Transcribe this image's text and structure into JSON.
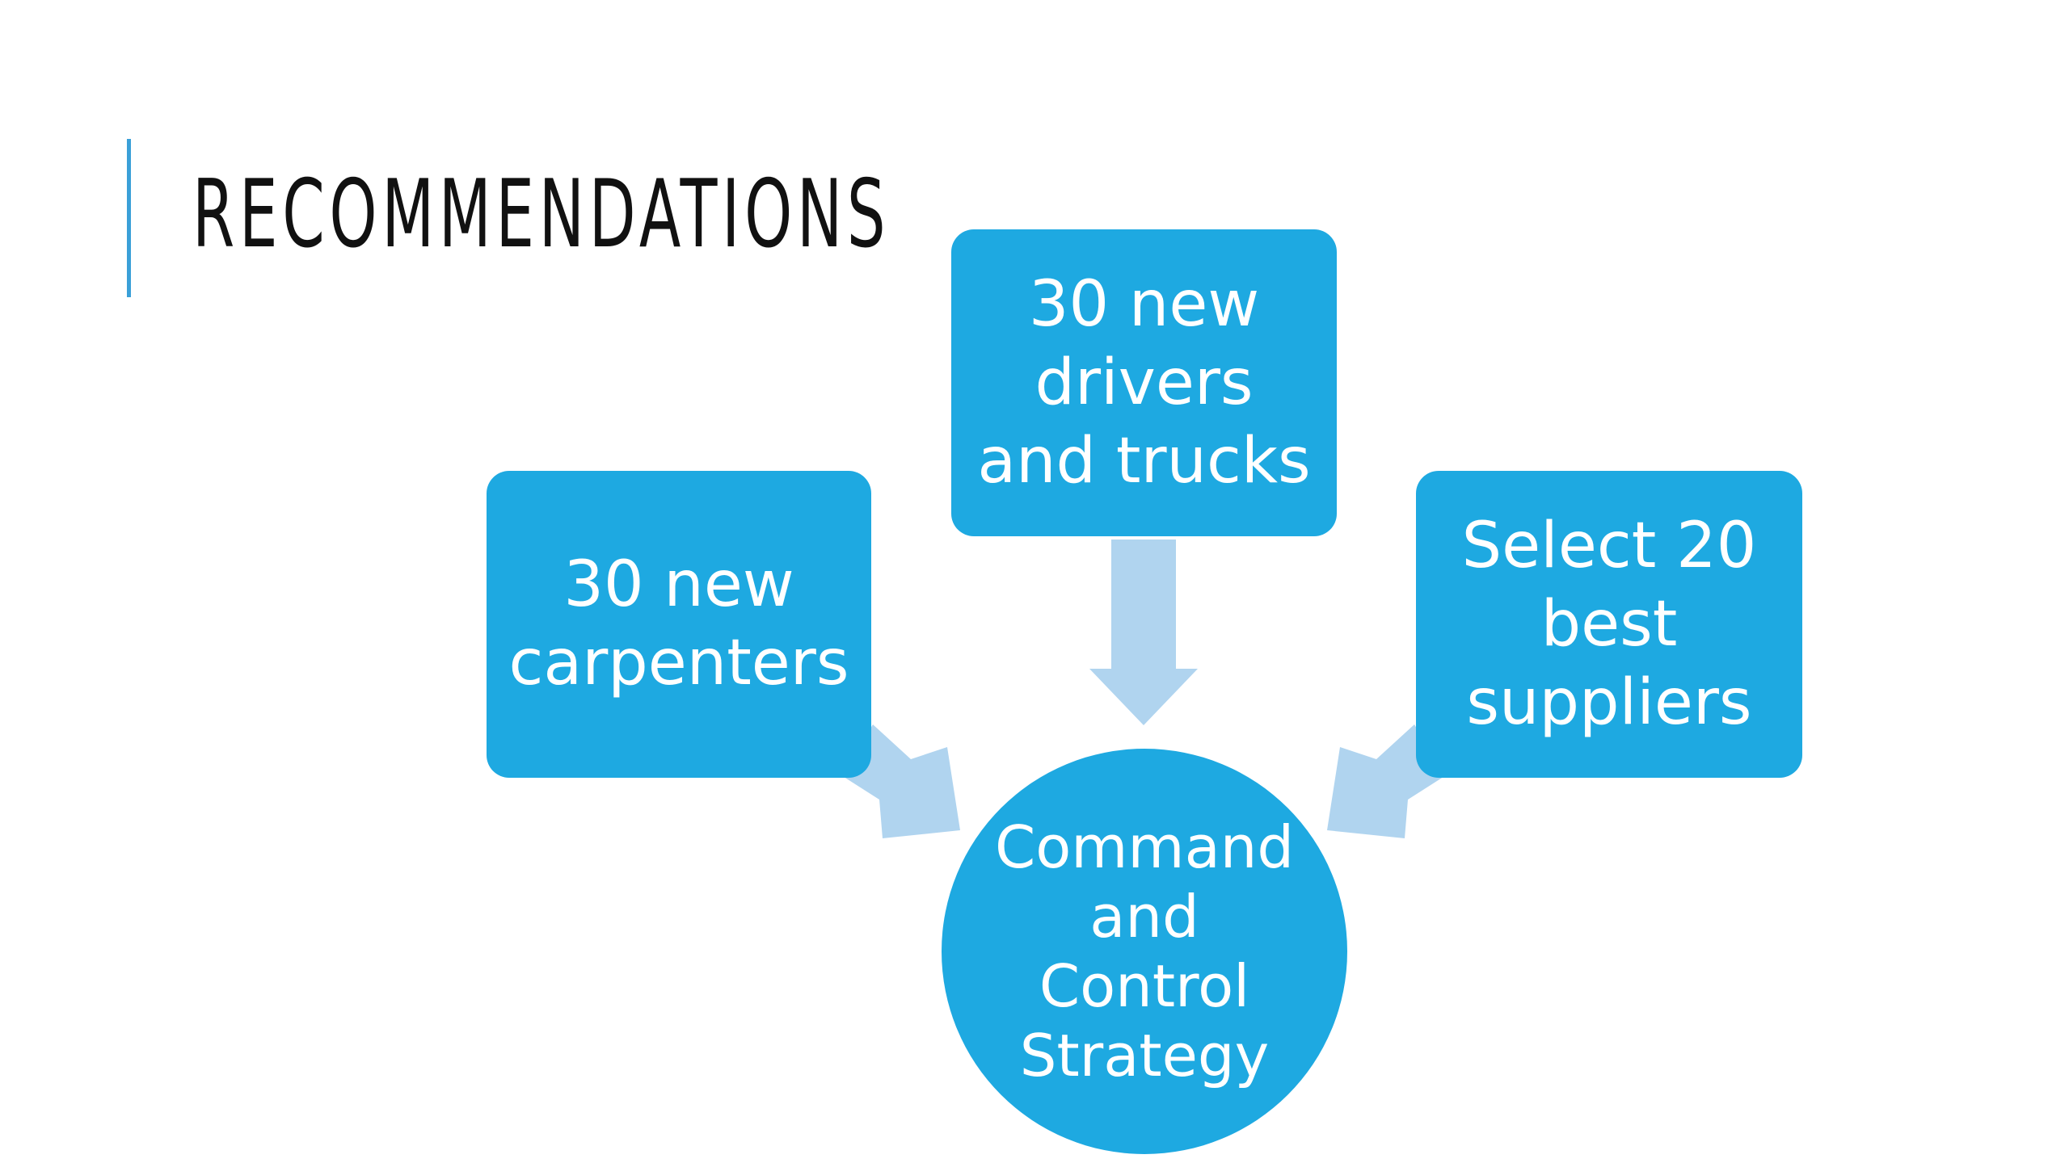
{
  "slide": {
    "title": "RECOMMENDATIONS"
  },
  "diagram": {
    "center": {
      "label": "Command\nand\nControl\nStrategy"
    },
    "inputs": [
      {
        "label": "30 new\ncarpenters"
      },
      {
        "label": "30 new\ndrivers\nand trucks"
      },
      {
        "label": "Select 20\nbest\nsuppliers"
      }
    ]
  },
  "colors": {
    "accent_bar": "#3aa0d8",
    "node_fill": "#1ea9e1",
    "arrow_fill": "#b0d4ef",
    "title_text": "#111111"
  }
}
